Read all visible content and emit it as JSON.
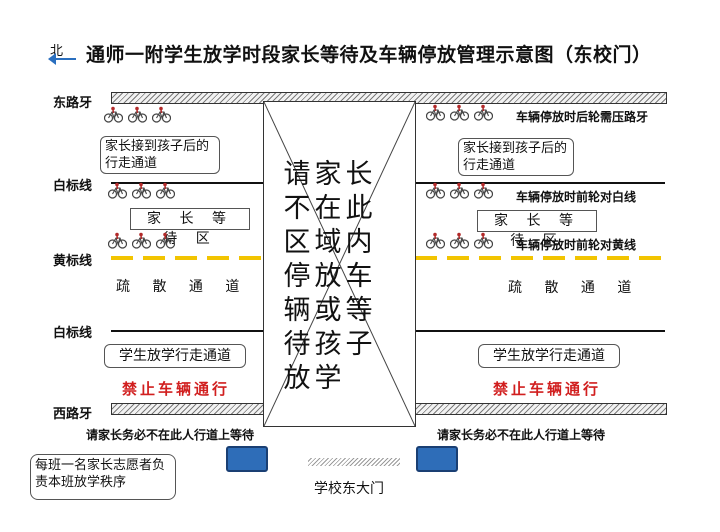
{
  "title": "通师一附学生放学时段家长等待及车辆停放管理示意图（东校门）",
  "north": "北",
  "rows": {
    "east_curb": "东路牙",
    "white_line_1": "白标线",
    "yellow_line": "黄标线",
    "white_line_2": "白标线",
    "west_curb": "西路牙"
  },
  "left": {
    "parent_walkway": "家长接到孩子后的行走通道",
    "waiting_area": "家 长 等 待 区",
    "evacuation": "疏 散 通 道",
    "student_walkway": "学生放学行走通道",
    "no_vehicles": "禁止车辆通行",
    "sidewalk_notice": "请家长务必不在此人行道上等待"
  },
  "right": {
    "parent_walkway": "家长接到孩子后的行走通道",
    "waiting_area": "家 长 等 待 区",
    "evacuation": "疏 散 通 道",
    "student_walkway": "学生放学行走通道",
    "no_vehicles": "禁止车辆通行",
    "sidewalk_notice": "请家长务必不在此人行道上等待",
    "rule_rear_wheel": "车辆停放时后轮需压路牙",
    "rule_front_white": "车辆停放时前轮对白线",
    "rule_front_yellow": "车辆停放时前轮对黄线"
  },
  "center_text": "请家长不在此区域内停放车辆或等待孩子放学",
  "volunteer_note": "每班一名家长志愿者负责本班放学秩序",
  "gate_label": "学校东大门",
  "icons": {
    "bicycle": "bicycle-icon",
    "north_arrow": "arrow-left-icon"
  },
  "colors": {
    "yellow_line": "#f2c400",
    "red_text": "#d11f1f",
    "gate_block": "#2e6db8"
  }
}
